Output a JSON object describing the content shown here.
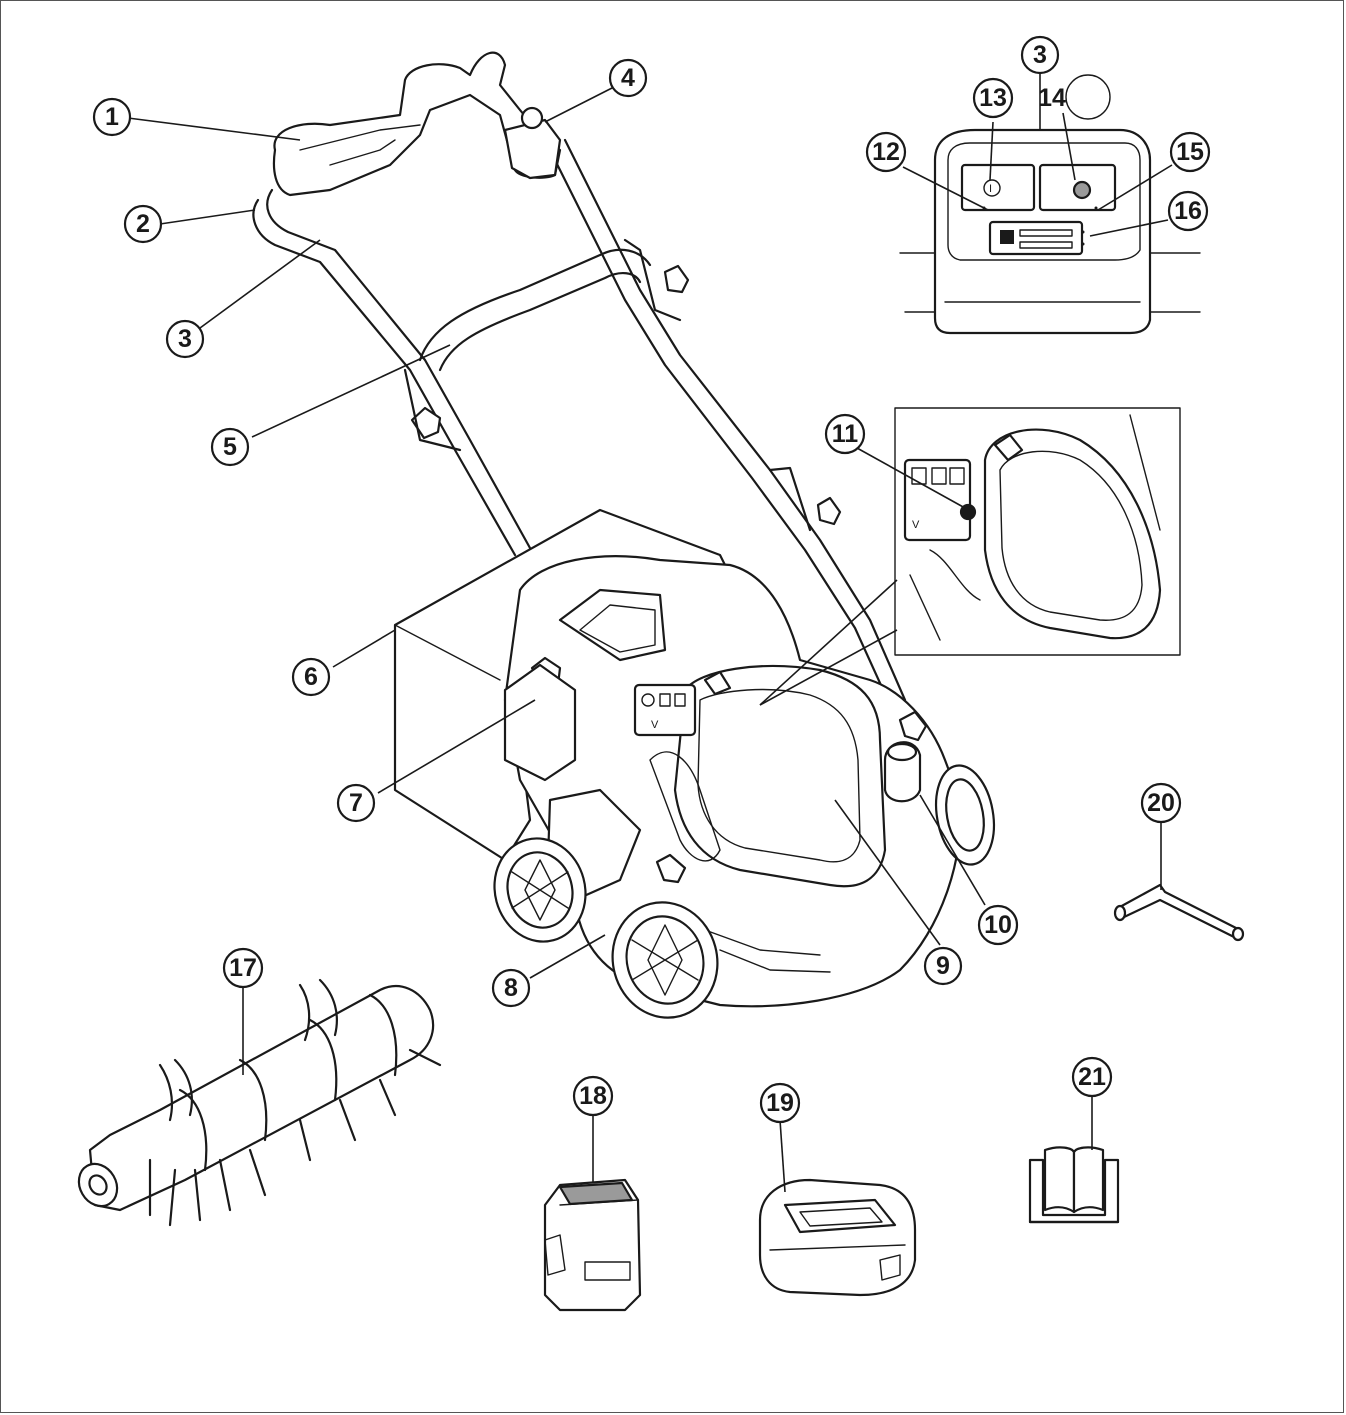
{
  "callouts": [
    {
      "id": "1",
      "label": "1"
    },
    {
      "id": "2",
      "label": "2"
    },
    {
      "id": "3a",
      "label": "3"
    },
    {
      "id": "3b",
      "label": "3"
    },
    {
      "id": "4",
      "label": "4"
    },
    {
      "id": "5",
      "label": "5"
    },
    {
      "id": "6",
      "label": "6"
    },
    {
      "id": "7",
      "label": "7"
    },
    {
      "id": "8",
      "label": "8"
    },
    {
      "id": "9",
      "label": "9"
    },
    {
      "id": "10",
      "label": "10"
    },
    {
      "id": "11",
      "label": "11"
    },
    {
      "id": "12",
      "label": "12"
    },
    {
      "id": "13",
      "label": "13"
    },
    {
      "id": "14",
      "label": "14"
    },
    {
      "id": "15",
      "label": "15"
    },
    {
      "id": "16",
      "label": "16"
    },
    {
      "id": "17",
      "label": "17"
    },
    {
      "id": "18",
      "label": "18"
    },
    {
      "id": "19",
      "label": "19"
    },
    {
      "id": "20",
      "label": "20"
    },
    {
      "id": "21",
      "label": "21"
    }
  ],
  "control_panel": {
    "power_symbol": "I",
    "mode_letter": "V"
  }
}
